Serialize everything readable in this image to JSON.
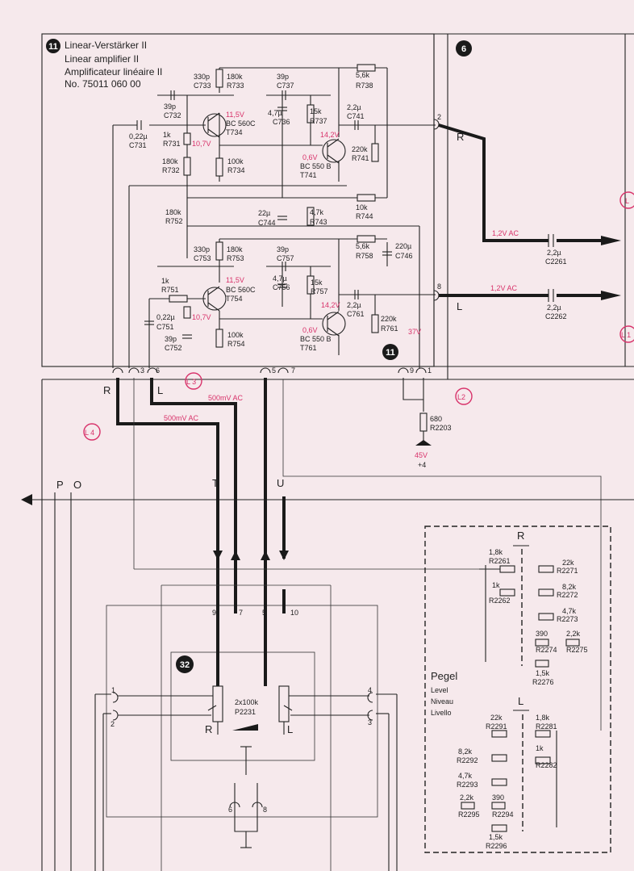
{
  "module11": {
    "badge": "11",
    "title_de": "Linear-Verstärker II",
    "title_en": "Linear amplifier II",
    "title_fr": "Amplificateur linéaire II",
    "part_no": "No. 75011 060 00"
  },
  "module6": {
    "badge": "6"
  },
  "module32": {
    "badge": "32"
  },
  "upper_stage": {
    "c733": [
      "330p",
      "C733"
    ],
    "r733": [
      "180k",
      "R733"
    ],
    "c737": [
      "39p",
      "C737"
    ],
    "r738": [
      "5,6k",
      "R738"
    ],
    "c732": [
      "39p",
      "C732"
    ],
    "t734": [
      "BC 560C",
      "T734"
    ],
    "c736": [
      "4,7µ",
      "C736"
    ],
    "r737": [
      "15k",
      "R737"
    ],
    "c741": [
      "2,2µ",
      "C741"
    ],
    "c731": [
      "0,22µ",
      "C731"
    ],
    "r731": [
      "1k",
      "R731"
    ],
    "r732": [
      "180k",
      "R732"
    ],
    "r734": [
      "100k",
      "R734"
    ],
    "t741": [
      "BC 550 B",
      "T741"
    ],
    "r741": [
      "220k",
      "R741"
    ],
    "v_115": "11,5V",
    "v_107": "10,7V",
    "v_142": "14,2V",
    "v_06": "0,6V"
  },
  "middle": {
    "c744": [
      "22µ",
      "C744"
    ],
    "r743": [
      "4,7k",
      "R743"
    ],
    "r744": [
      "10k",
      "R744"
    ],
    "r752": [
      "180k",
      "R752"
    ]
  },
  "lower_stage": {
    "c753": [
      "330p",
      "C753"
    ],
    "r753": [
      "180k",
      "R753"
    ],
    "c757": [
      "39p",
      "C757"
    ],
    "r758": [
      "5,6k",
      "R758"
    ],
    "c746": [
      "220µ",
      "C746"
    ],
    "r751": [
      "1k",
      "R751"
    ],
    "t754": [
      "BC 560C",
      "T754"
    ],
    "c756": [
      "4,7µ",
      "C756"
    ],
    "r757": [
      "15k",
      "R757"
    ],
    "c761": [
      "2,2µ",
      "C761"
    ],
    "c751": [
      "0,22µ",
      "C751"
    ],
    "c752": [
      "39p",
      "C752"
    ],
    "r754": [
      "100k",
      "R754"
    ],
    "t761": [
      "BC 550 B",
      "T761"
    ],
    "r761": [
      "220k",
      "R761"
    ],
    "v_115": "11,5V",
    "v_107": "10,7V",
    "v_142": "14,2V",
    "v_06": "0,6V",
    "v_37": "37V"
  },
  "pins": {
    "p2": "2",
    "p8": "8",
    "p4": "4",
    "p3": "3",
    "p6": "6",
    "p5": "5",
    "p7": "7",
    "p9": "9",
    "p1": "1"
  },
  "outputs": {
    "r_label": "R",
    "l_label": "L",
    "ac_r": "1,2V AC",
    "ac_l": "1,2V AC",
    "c2261": [
      "2,2µ",
      "C2261"
    ],
    "c2262": [
      "2,2µ",
      "C2262"
    ],
    "l1": "L 1",
    "l_top": "L"
  },
  "bottom_left": {
    "r": "R",
    "l": "L",
    "l3": "L 3",
    "l4": "L 4",
    "mv1": "500mV AC",
    "mv2": "500mV AC",
    "l2": "L2",
    "r2203": [
      "680",
      "R2203"
    ],
    "v45": "45V",
    "plus4": "+4"
  },
  "bus": {
    "p": "P",
    "o": "O",
    "t": "T",
    "u": "U"
  },
  "pot": {
    "value": "2x100k",
    "name": "P2231",
    "r": "R",
    "l": "L",
    "pin9": "9",
    "pin7": "7",
    "pin5": "5",
    "pin10": "10",
    "pin1": "1",
    "pin2": "2",
    "pin4": "4",
    "pin3": "3",
    "pin6": "6",
    "pin8": "8"
  },
  "level": {
    "title": [
      "Pegel",
      "Level",
      "Niveau",
      "Livello"
    ],
    "r_head": "R",
    "l_head": "L",
    "r2261": [
      "1,8k",
      "R2261"
    ],
    "r2271": [
      "22k",
      "R2271"
    ],
    "r2262": [
      "1k",
      "R2262"
    ],
    "r2272": [
      "8,2k",
      "R2272"
    ],
    "r2273": [
      "4,7k",
      "R2273"
    ],
    "r2274": [
      "390",
      "R2274"
    ],
    "r2275": [
      "2,2k",
      "R2275"
    ],
    "r2276": [
      "1,5k",
      "R2276"
    ],
    "r2291": [
      "22k",
      "R2291"
    ],
    "r2281": [
      "1,8k",
      "R2281"
    ],
    "r2282": [
      "1k",
      "R2282"
    ],
    "r2292": [
      "8,2k",
      "R2292"
    ],
    "r2293": [
      "4,7k",
      "R2293"
    ],
    "r2295": [
      "2,2k",
      "R2295"
    ],
    "r2294": [
      "390",
      "R2294"
    ],
    "r2296": [
      "1,5k",
      "R2296"
    ]
  }
}
